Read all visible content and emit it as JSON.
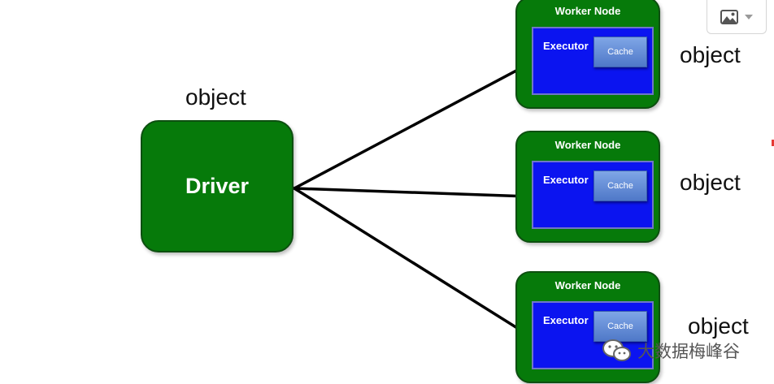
{
  "driver": {
    "label": "Driver",
    "object_label": "object"
  },
  "workers": [
    {
      "title": "Worker Node",
      "executor_label": "Executor",
      "cache_label": "Cache",
      "object_label": "object"
    },
    {
      "title": "Worker Node",
      "executor_label": "Executor",
      "cache_label": "Cache",
      "object_label": "object"
    },
    {
      "title": "Worker Node",
      "executor_label": "Executor",
      "cache_label": "Cache",
      "object_label": "object"
    }
  ],
  "toolbar": {
    "image_icon": "image-icon",
    "dropdown_icon": "chevron-down-icon"
  },
  "watermark": {
    "text": "大数据梅峰谷",
    "icon": "wechat-icon"
  },
  "colors": {
    "node_green": "#067a0a",
    "executor_blue": "#0b14f0",
    "cache_blue": "#5f88d6",
    "arrow": "#000000"
  }
}
